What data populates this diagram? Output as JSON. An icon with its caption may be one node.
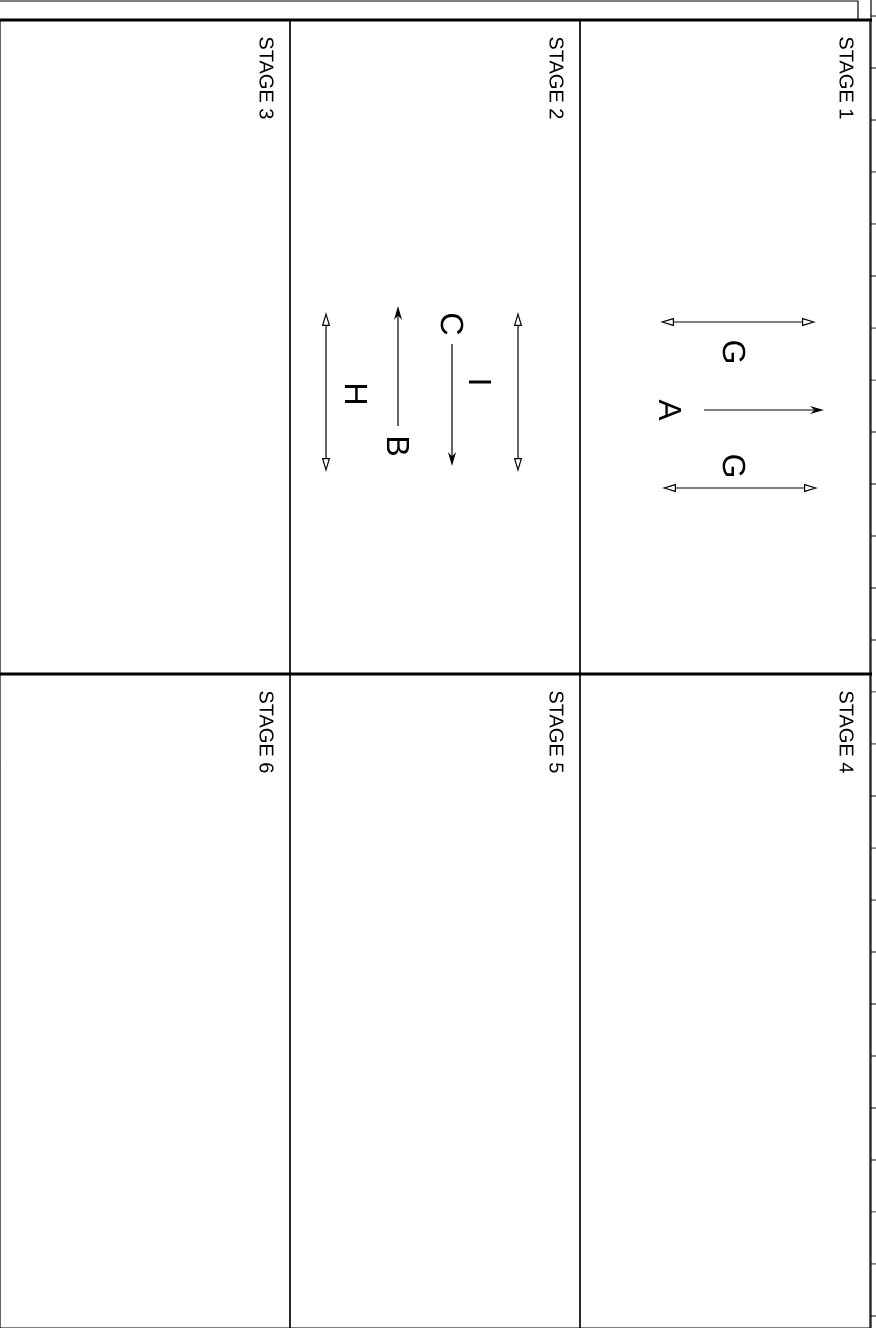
{
  "diagram": {
    "nodes": [
      {
        "text": [
          "STAGE 1"
        ]
      },
      {
        "text": [
          "STAGE 2"
        ]
      },
      {
        "text": [
          "STAGE 3"
        ]
      },
      {
        "text": [
          "STAGE 4"
        ]
      },
      {
        "text": [
          "STAGE 5"
        ]
      },
      {
        "text": [
          "STAGE 6"
        ]
      }
    ],
    "labels": [
      "G",
      "A",
      "G",
      "I",
      "C",
      "B",
      "H"
    ]
  }
}
